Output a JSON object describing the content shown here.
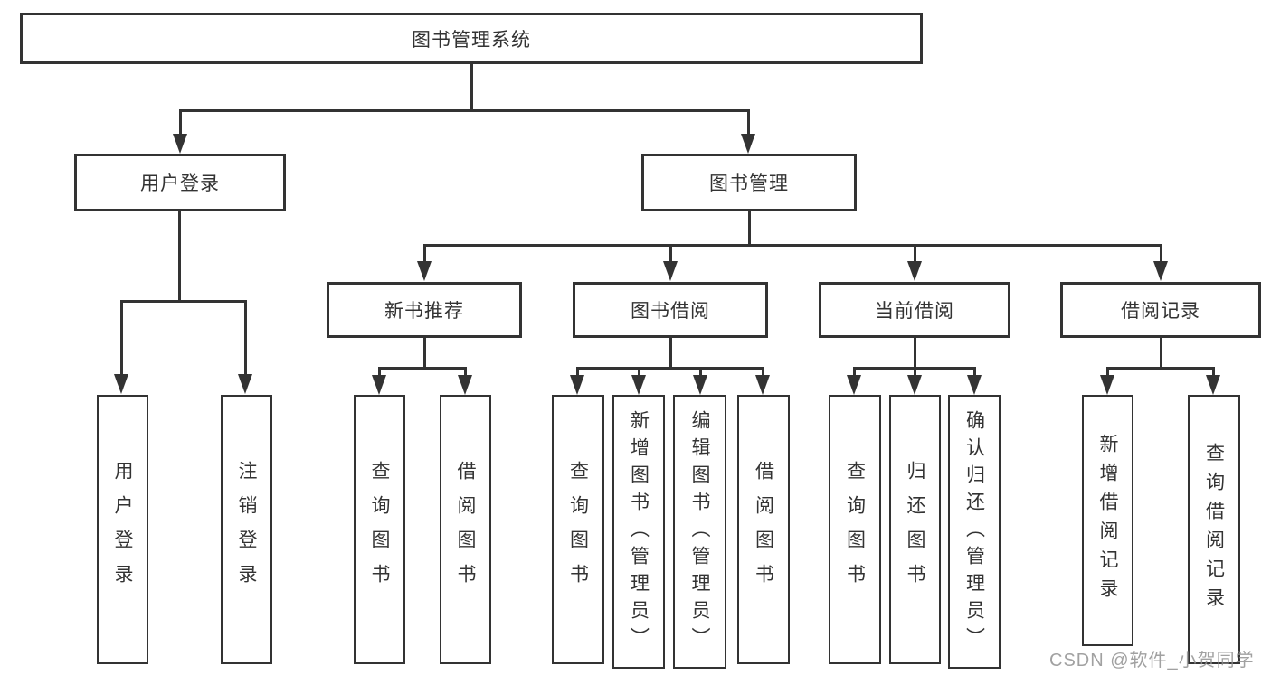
{
  "diagram": {
    "title": "图书管理系统",
    "level2": {
      "user_login_group": "用户登录",
      "book_mgmt_group": "图书管理"
    },
    "level3": {
      "new_books": "新书推荐",
      "borrowing": "图书借阅",
      "current_borrow": "当前借阅",
      "borrow_records": "借阅记录"
    },
    "leaves": {
      "user_login": "用户登录",
      "logout": "注销登录",
      "nb_query": "查询图书",
      "nb_borrow": "借阅图书",
      "bb_query": "查询图书",
      "bb_add": "新增图书（管理员）",
      "bb_edit": "编辑图书（管理员）",
      "bb_borrow": "借阅图书",
      "cb_query": "查询图书",
      "cb_return": "归还图书",
      "cb_confirm": "确认归还（管理员）",
      "rc_add": "新增借阅记录",
      "rc_query": "查询借阅记录"
    }
  },
  "watermark": {
    "text": "CSDN @软件_小贺同学",
    "color": "#919191"
  },
  "colors": {
    "background": "#ffffff",
    "line": "#333333",
    "box_border": "#333333",
    "text": "#333333"
  }
}
